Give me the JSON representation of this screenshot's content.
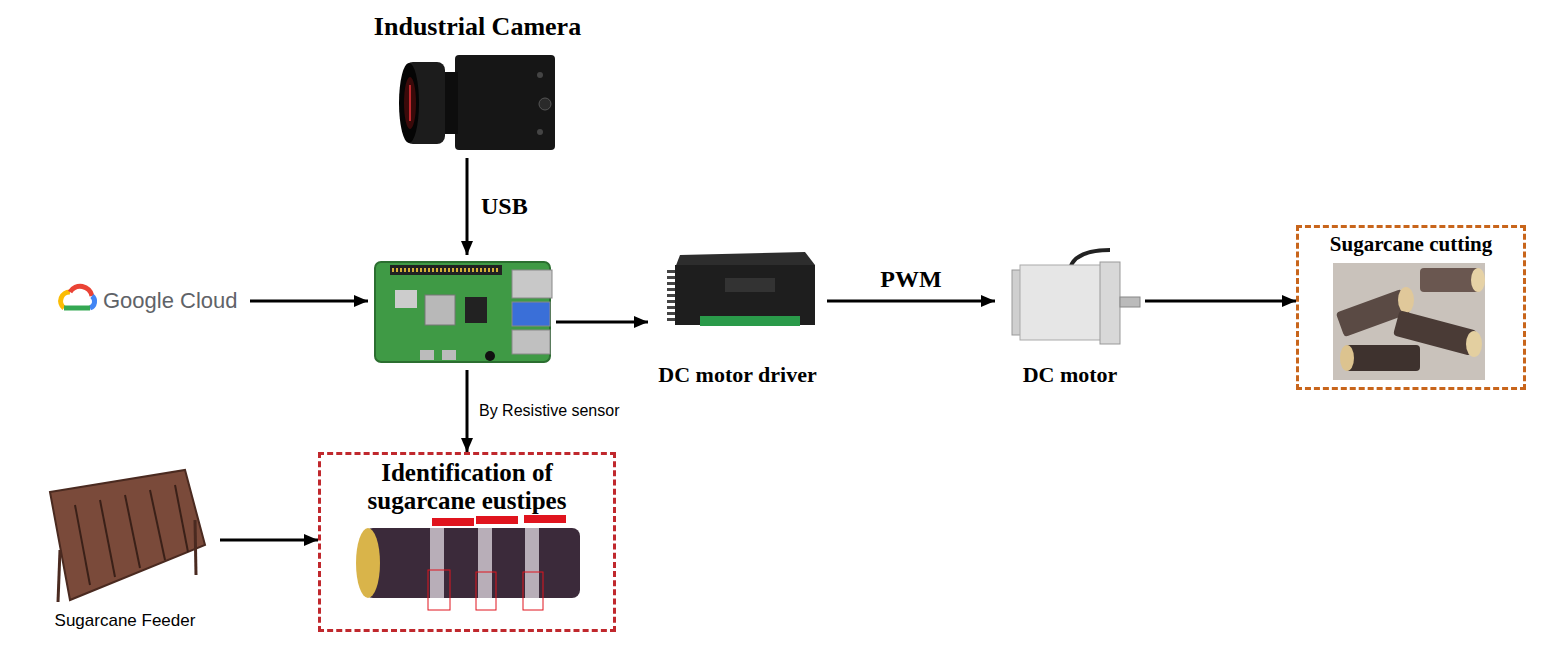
{
  "diagram": {
    "nodes": [
      {
        "text": [
          "Industrial Camera"
        ]
      },
      {
        "text": [
          "Google Cloud"
        ]
      },
      {
        "text": []
      },
      {
        "text": [
          "DC motor driver"
        ]
      },
      {
        "text": [
          "DC motor"
        ]
      },
      {
        "text": [
          "Sugarcane cutting"
        ]
      },
      {
        "text": [
          "Sugarcane Feeder"
        ]
      },
      {
        "text": [
          "Identification of sugarcane eustipes"
        ]
      }
    ],
    "edges": [
      {
        "from": 0,
        "to": 2,
        "arrow": "to",
        "label": "USB"
      },
      {
        "from": 1,
        "to": 2,
        "arrow": "to"
      },
      {
        "from": 2,
        "to": 3,
        "arrow": "to"
      },
      {
        "from": 3,
        "to": 4,
        "arrow": "to",
        "label": "PWM"
      },
      {
        "from": 4,
        "to": 5,
        "arrow": "to"
      },
      {
        "from": 2,
        "to": 7,
        "arrow": "to",
        "label": "By Resistive sensor"
      },
      {
        "from": 6,
        "to": 7,
        "arrow": "to"
      }
    ]
  }
}
